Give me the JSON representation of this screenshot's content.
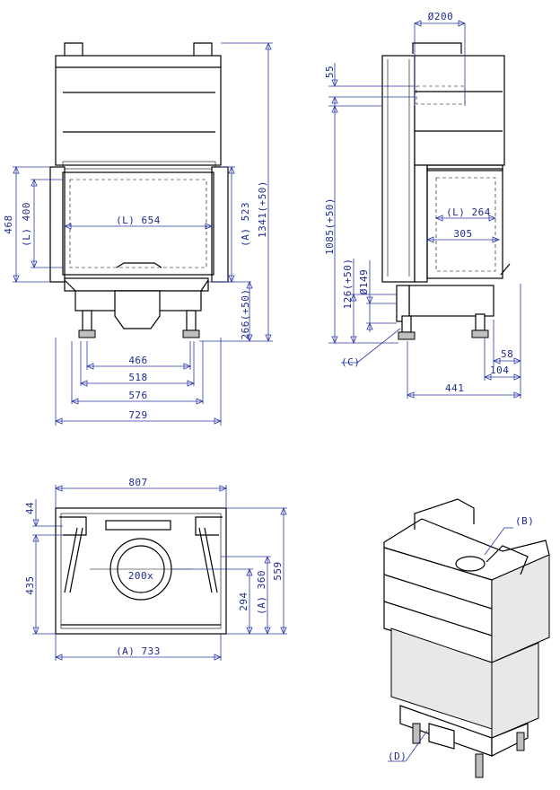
{
  "front_view": {
    "dim_width_total": "729",
    "dim_width_576": "576",
    "dim_width_518": "518",
    "dim_width_466": "466",
    "dim_glass_width": "(L) 654",
    "dim_height_468": "468",
    "dim_glass_height": "(L) 400",
    "dim_height_523": "(A) 523",
    "dim_height_total": "1341(+50)",
    "dim_leg_height": "266(+50)"
  },
  "side_view": {
    "dim_flue_diameter": "Ø200",
    "dim_55": "55",
    "dim_1085": "1085(+50)",
    "dim_side_glass": "(L) 264",
    "dim_305": "305",
    "dim_126": "126(+50)",
    "dim_air_diameter": "Ø149",
    "label_c": "(C)",
    "dim_58": "58",
    "dim_104": "104",
    "dim_441": "441"
  },
  "top_view": {
    "dim_807": "807",
    "dim_44": "44",
    "dim_435": "435",
    "dim_294": "294",
    "dim_360": "(A) 360",
    "dim_559": "559",
    "dim_733": "(A) 733",
    "label_flue": "200x"
  },
  "iso_view": {
    "label_b": "(B)",
    "label_d": "(D)"
  }
}
